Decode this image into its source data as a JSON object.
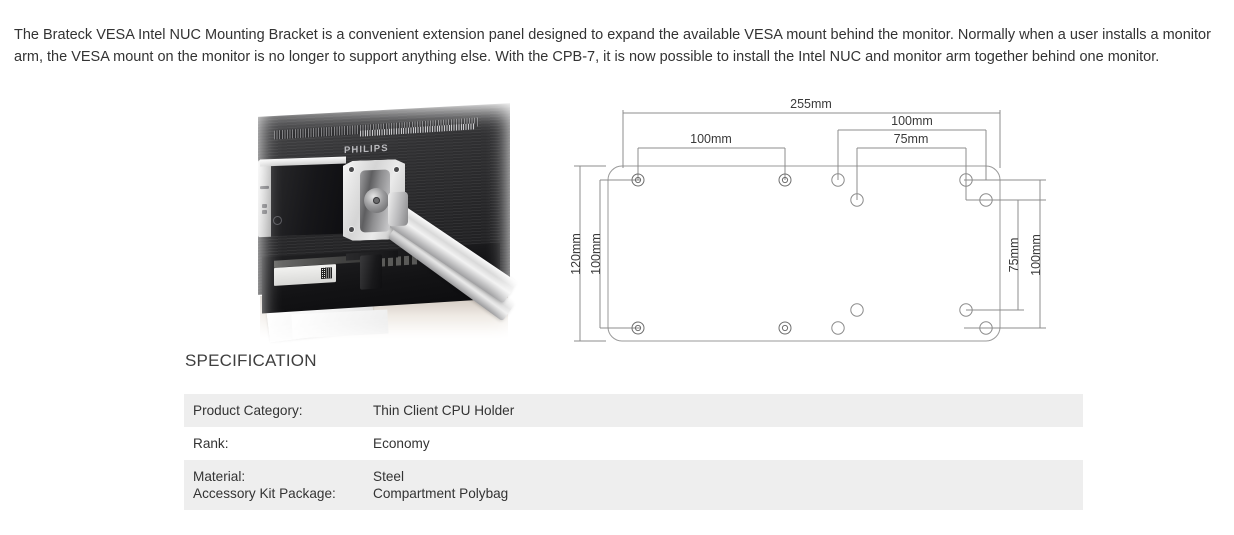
{
  "intro": {
    "paragraph": "The Brateck VESA Intel NUC Mounting Bracket is a convenient extension panel designed to expand the available VESA mount behind the monitor. Normally when a user installs a monitor arm, the VESA mount on the monitor is no longer to support anything else. With the CPB-7, it is now possible to install the Intel NUC and monitor arm together behind one monitor."
  },
  "photo": {
    "monitor_brand": "PHILIPS"
  },
  "drawing": {
    "dim_overall_width": "255mm",
    "dim_left_pair_width": "100mm",
    "dim_right_pair_width": "100mm",
    "dim_right_inner_width": "75mm",
    "dim_outer_height": "120mm",
    "dim_inner_height": "100mm",
    "dim_right_inner_height": "75mm",
    "dim_right_outer_height": "100mm"
  },
  "specification": {
    "heading": "SPECIFICATION",
    "rows": [
      {
        "key": "Product Category:",
        "value": "Thin Client CPU Holder"
      },
      {
        "key": "Rank:",
        "value": "Economy"
      },
      {
        "key": "Material:",
        "value": "Steel"
      },
      {
        "key": "Accessory Kit Package:",
        "value": "Compartment Polybag"
      }
    ]
  },
  "colors": {
    "text": "#333333",
    "heading": "#3f3f3f",
    "row_shaded": "#eeeeee",
    "row_plain": "#ffffff",
    "drawing_line": "#8c8c8c"
  }
}
